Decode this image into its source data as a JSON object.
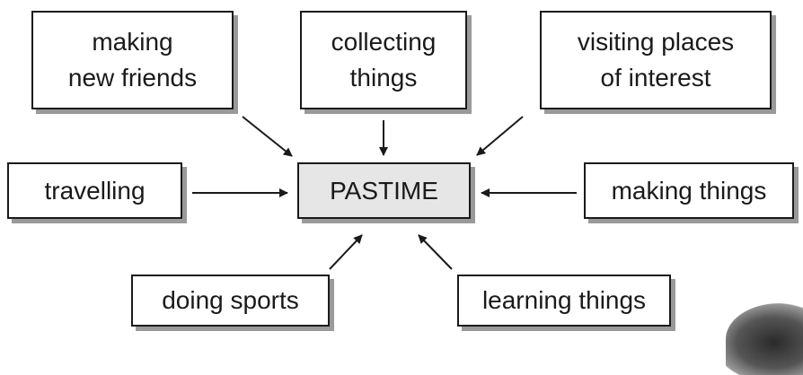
{
  "center": {
    "label": "PASTIME"
  },
  "nodes": {
    "making_friends": "making\nnew friends",
    "collecting": "collecting\nthings",
    "visiting": "visiting places\nof interest",
    "travelling": "travelling",
    "making_things": "making things",
    "doing_sports": "doing sports",
    "learning_things": "learning things"
  }
}
